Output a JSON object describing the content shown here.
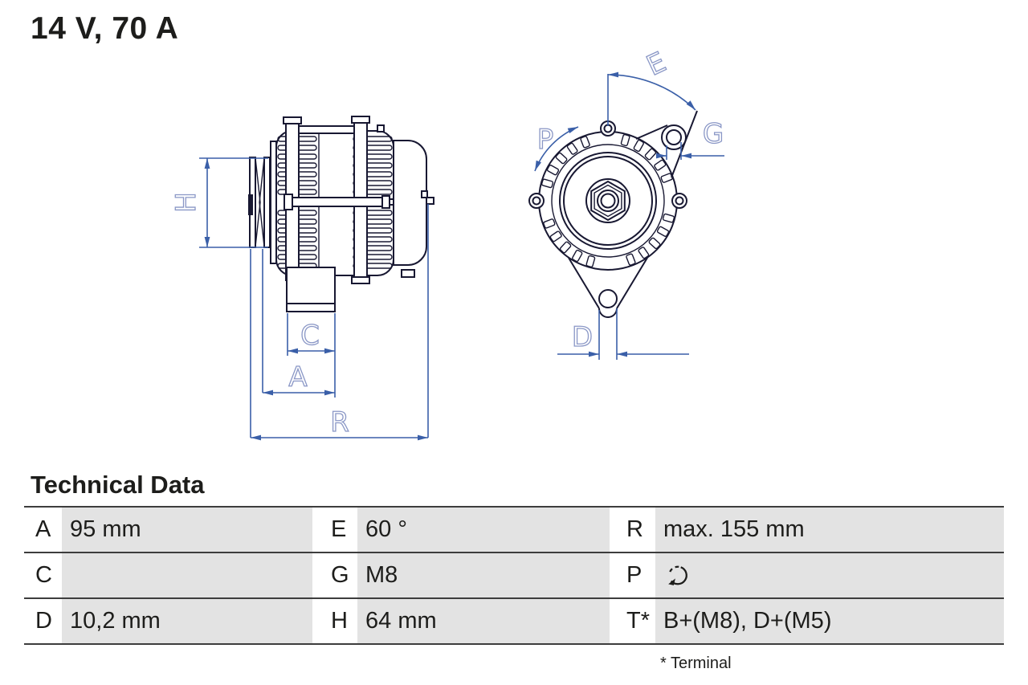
{
  "header": {
    "title": "14 V, 70 A"
  },
  "diagram": {
    "side_view": {
      "labels": {
        "h": "H",
        "c": "C",
        "a": "A",
        "r": "R"
      }
    },
    "front_view": {
      "labels": {
        "e": "E",
        "p": "P",
        "g": "G",
        "d": "D"
      }
    }
  },
  "technical_data": {
    "heading": "Technical Data",
    "rows": [
      {
        "cells": [
          {
            "key": "A",
            "value": "95 mm"
          },
          {
            "key": "E",
            "value": "60 °"
          },
          {
            "key": "R",
            "value": "max. 155 mm"
          }
        ]
      },
      {
        "cells": [
          {
            "key": "C",
            "value": ""
          },
          {
            "key": "G",
            "value": "M8"
          },
          {
            "key": "P",
            "value": "",
            "icon": "rotation-direction-icon"
          }
        ]
      },
      {
        "cells": [
          {
            "key": "D",
            "value": "10,2 mm"
          },
          {
            "key": "H",
            "value": "64 mm"
          },
          {
            "key": "T*",
            "value": "B+(M8), D+(M5)"
          }
        ]
      }
    ],
    "footnote": "* Terminal"
  },
  "colors": {
    "dimension_line": "#3a5fa8",
    "dimension_label": "#8a97c6",
    "drawing_outline": "#181832",
    "value_cell_background": "#e3e3e3",
    "table_rule": "#3d3d3d",
    "text": "#1d1d1b"
  }
}
